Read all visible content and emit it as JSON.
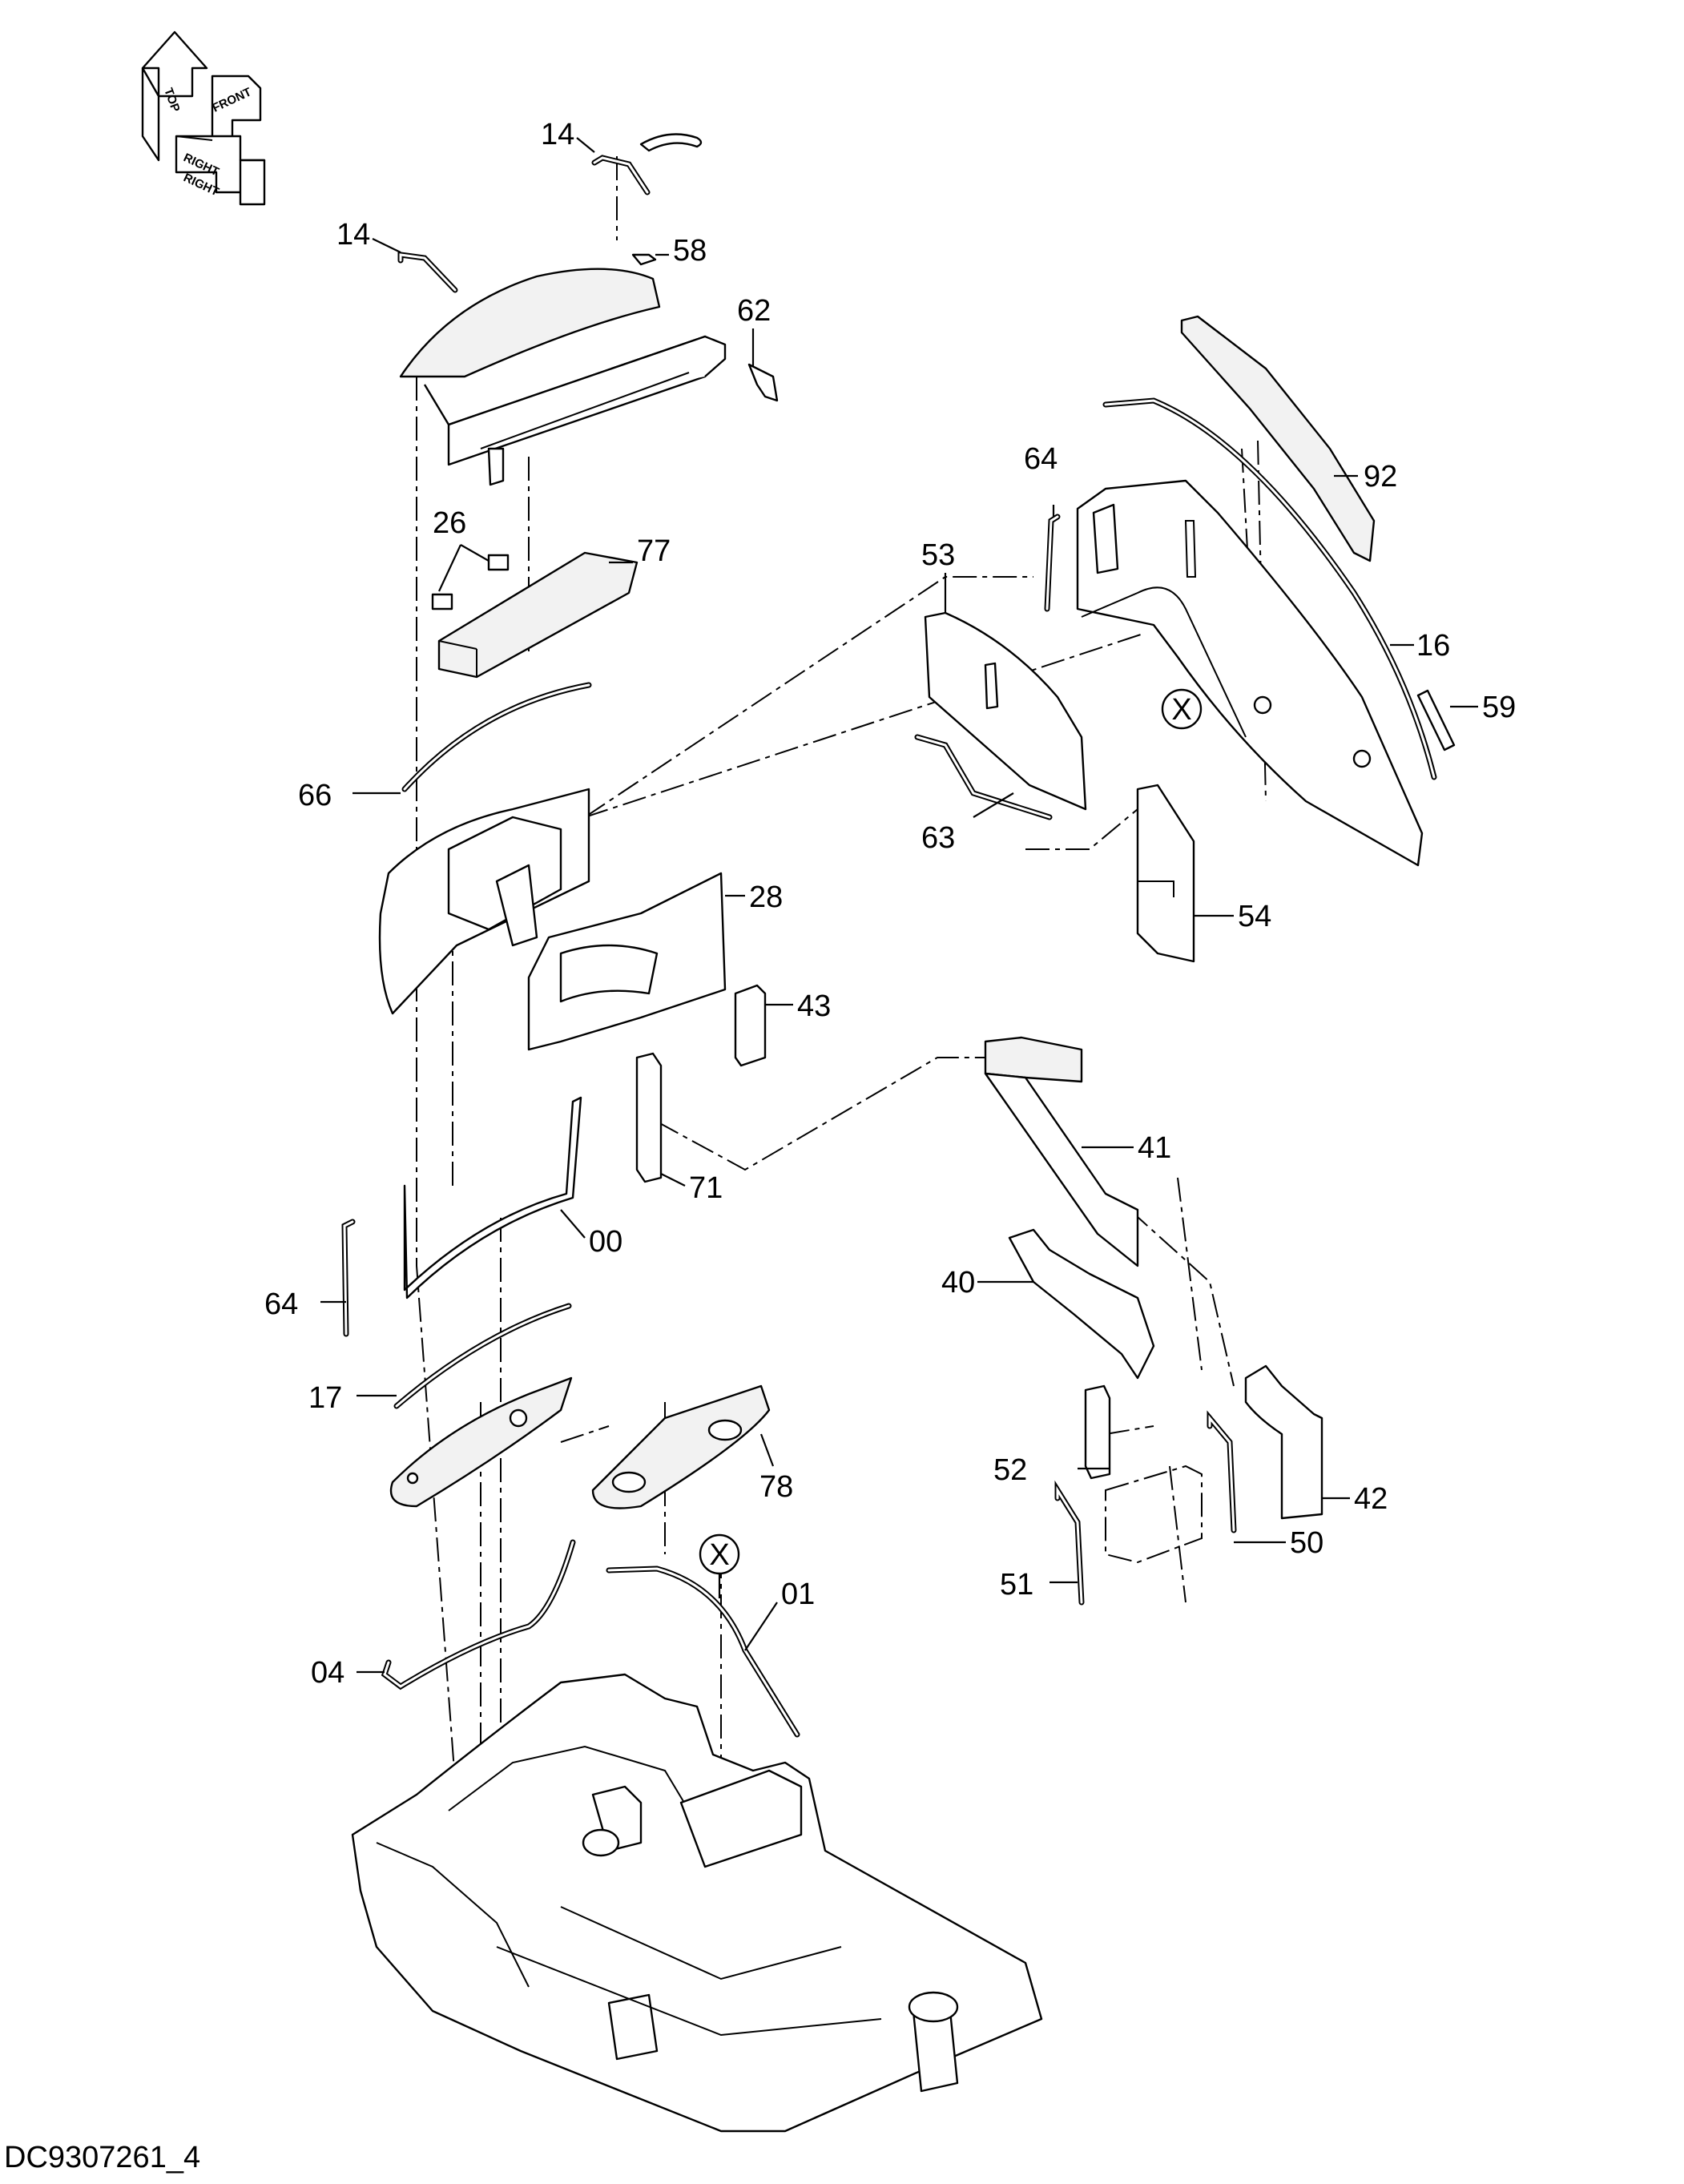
{
  "document_id": "DC9307261_4",
  "orientation_labels": [
    "TOP",
    "FRONT",
    "RIGHT",
    "RIGHT"
  ],
  "detail_marker": "X",
  "callouts": {
    "c14a": "14",
    "c14b": "14",
    "c58": "58",
    "c62": "62",
    "c26": "26",
    "c77": "77",
    "c66": "66",
    "c64a": "64",
    "c53": "53",
    "c92": "92",
    "c16": "16",
    "c59": "59",
    "c63": "63",
    "c54": "54",
    "c28": "28",
    "c43": "43",
    "c41": "41",
    "c71": "71",
    "c00": "00",
    "c40": "40",
    "c64b": "64",
    "c17": "17",
    "c78": "78",
    "c52": "52",
    "c42": "42",
    "c50": "50",
    "c51": "51",
    "c01": "01",
    "c04": "04"
  }
}
